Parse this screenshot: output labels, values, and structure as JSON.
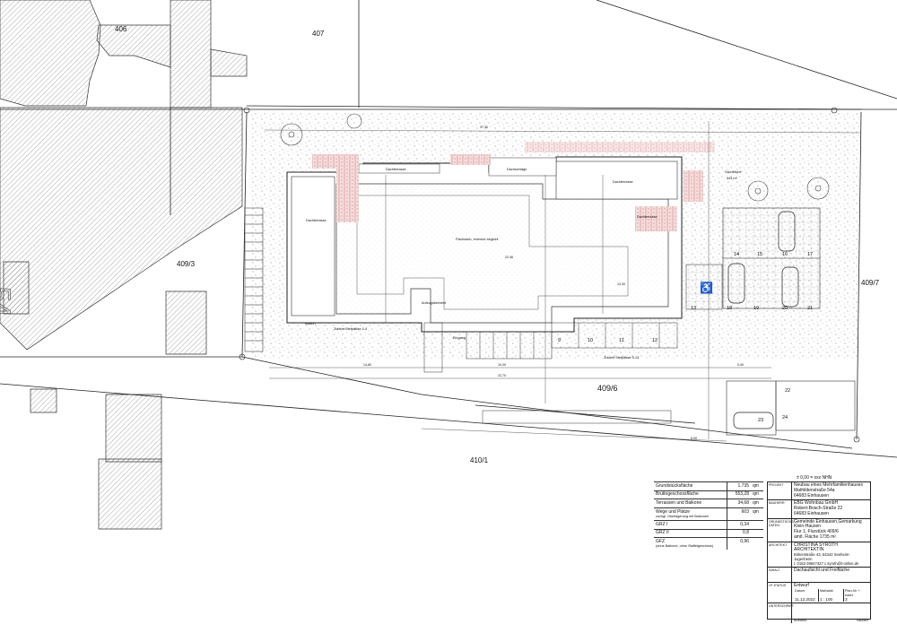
{
  "parcels": {
    "p406": "406",
    "p407": "407",
    "p409_3": "409/3",
    "p409_6": "409/6",
    "p409_7": "409/7",
    "p410_1": "410/1",
    "house_no": "54"
  },
  "rooms": {
    "dachterrasse": "Dachterrasse",
    "flachdach": "Flachdach, extensiv begrünt",
    "aufzug": "Aufzugüberfahrt",
    "balkon": "Balkon",
    "dachschraege": "Dachschräge",
    "eingang": "Eingang",
    "gruenflaeche": "Grünfläche",
    "gruen_area": "344 m²"
  },
  "zufahrt": {
    "z1": "Zufahrt Stellplätze 1-4",
    "z2": "Zufahrt Stellplätze 5-13"
  },
  "parking": {
    "row_top": [
      "14",
      "15",
      "16",
      "17"
    ],
    "row_mid": [
      "18",
      "19",
      "20",
      "21"
    ],
    "row_low": [
      "9",
      "10",
      "11",
      "12",
      "13"
    ],
    "extra": [
      "22",
      "23",
      "24"
    ]
  },
  "dims": {
    "d1": "14,80",
    "d2": "10,30",
    "d3": "22,70",
    "d4": "0,40",
    "d5": "6,00",
    "d6": "13,30",
    "d7": "22,46",
    "d8": "37,30"
  },
  "area_table": [
    {
      "label": "Grundstücksfläche",
      "sub": "",
      "value": "1.735",
      "unit": "qm"
    },
    {
      "label": "Bruttogeschossfläche",
      "sub": "",
      "value": "553,28",
      "unit": "qm"
    },
    {
      "label": "Terrassen und Balkone",
      "sub": "",
      "value": "34,68",
      "unit": "qm"
    },
    {
      "label": "Wege und Plätze",
      "sub": "zuzügl. Überlagerung mit Balkonen",
      "value": "603",
      "unit": "qm"
    },
    {
      "label": "GRZ I",
      "sub": "",
      "value": "0,34",
      "unit": ""
    },
    {
      "label": "GRZ II",
      "sub": "",
      "value": "0,8",
      "unit": ""
    },
    {
      "label": "GFZ",
      "sub": "(ohne Balkone, ohne Staffelgeschoss)",
      "value": "0,96",
      "unit": ""
    }
  ],
  "title_block": {
    "nhn": "± 0,00 = xxx NHN",
    "projekt_key": "Projekt",
    "projekt": [
      "Neubau eines Mehrfamilienhauses",
      "Mathildenstraße 54a",
      "64683 Einhausen"
    ],
    "bauherr_key": "Bauherr",
    "bauherr": [
      "EBG Wohnbau GmbH",
      "Robert-Bosch-Straße 22",
      "64683 Einhausen"
    ],
    "grundstueck_key": "Grundstücks-daten",
    "grundstueck": [
      "Gemeinde Einhausen,Gemarkung Klein-Hausen",
      "Flur 1, Flurstück 409/6",
      "amtl. Fläche 1735 m²"
    ],
    "architekt_key": "Architekt",
    "architekt": [
      "CHRISTINA SYROTH ARCHITEKTIN",
      "Birkenstraße 43, 64342 Seeheim-Jugenheim",
      "t. 0152-29647427   c.syroth@t-online.de"
    ],
    "inhalt_key": "Inhalt",
    "inhalt": "Dachaufsicht und Freifläche",
    "status_key": "LP-Status",
    "status": "Entwurf",
    "grid_head": [
      "Datum",
      "Maßstab",
      "Plan-Nr. + Index"
    ],
    "grid_val": [
      "11.12.2022",
      "1 : 100",
      "3"
    ],
    "unterschrift_key": "Unterschrift",
    "sign": [
      "Architekt",
      "Bauherr"
    ]
  }
}
